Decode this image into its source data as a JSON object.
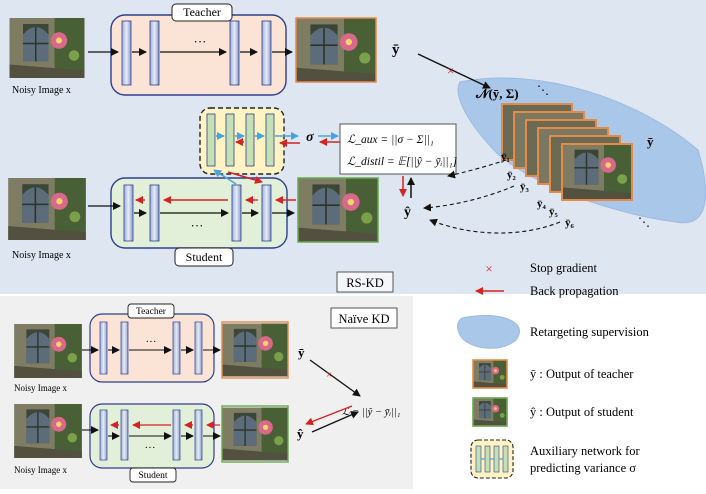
{
  "colors": {
    "rs_panel_bg": "#dde6f1",
    "naive_panel_bg": "#f0f0f0",
    "teacher_fill": "#fbe3d6",
    "student_fill": "#e2f0d9",
    "block_outline": "#2f3f8f",
    "aux_fill": "#fff3c4",
    "aux_layer_fill": "#c5e0b4",
    "backprop_red": "#d32323",
    "aux_blue": "#4aa3df",
    "retarget_blob": "#a9c7e8"
  },
  "icons": {
    "stop_gradient": "x-mark-icon",
    "back_propagation": "red-arrow-icon",
    "retargeting": "blue-blob-icon",
    "teacher_output": "image-thumb-icon",
    "student_output": "image-thumb-icon",
    "aux_network": "aux-network-icon"
  },
  "rs_kd": {
    "label": "RS-KD",
    "teacher_label": "Teacher",
    "student_label": "Student",
    "ellipsis": "···",
    "noisy_label_top": "Noisy Image x",
    "noisy_label_bottom": "Noisy Image x",
    "y_bar": "ȳ",
    "y_hat": "ŷ",
    "sigma": "σ",
    "distribution": "𝒩(ȳ, Σ)",
    "loss_aux": "ℒ_aux = ||σ − Σ||₁",
    "loss_distil": "ℒ_distil = 𝔼[||ŷ − ȳᵢ||₁]",
    "stop_mark": "×",
    "samples": [
      "ȳ₁",
      "ȳ₂",
      "ȳ₃",
      "ȳ₄",
      "ȳ₅",
      "ȳ₆"
    ],
    "sample_top_label": "ȳ",
    "dots": "⋱"
  },
  "naive_kd": {
    "label": "Naïve KD",
    "teacher_label": "Teacher",
    "student_label": "Student",
    "ellipsis": "···",
    "noisy_label_top": "Noisy Image x",
    "noisy_label_bottom": "Noisy Image x",
    "y_bar": "ȳ",
    "y_hat": "ŷ",
    "stop_mark": "×",
    "loss": "ℒ = ||ŷ − ȳᵢ||₁"
  },
  "legend": {
    "items": [
      {
        "label": "Stop gradient"
      },
      {
        "label": "Back propagation"
      },
      {
        "label": "Retargeting supervision"
      },
      {
        "label": "ȳ : Output of teacher"
      },
      {
        "label": "ŷ : Output of student"
      },
      {
        "label": "Auxiliary network for"
      },
      {
        "label": "predicting variance σ"
      }
    ]
  }
}
